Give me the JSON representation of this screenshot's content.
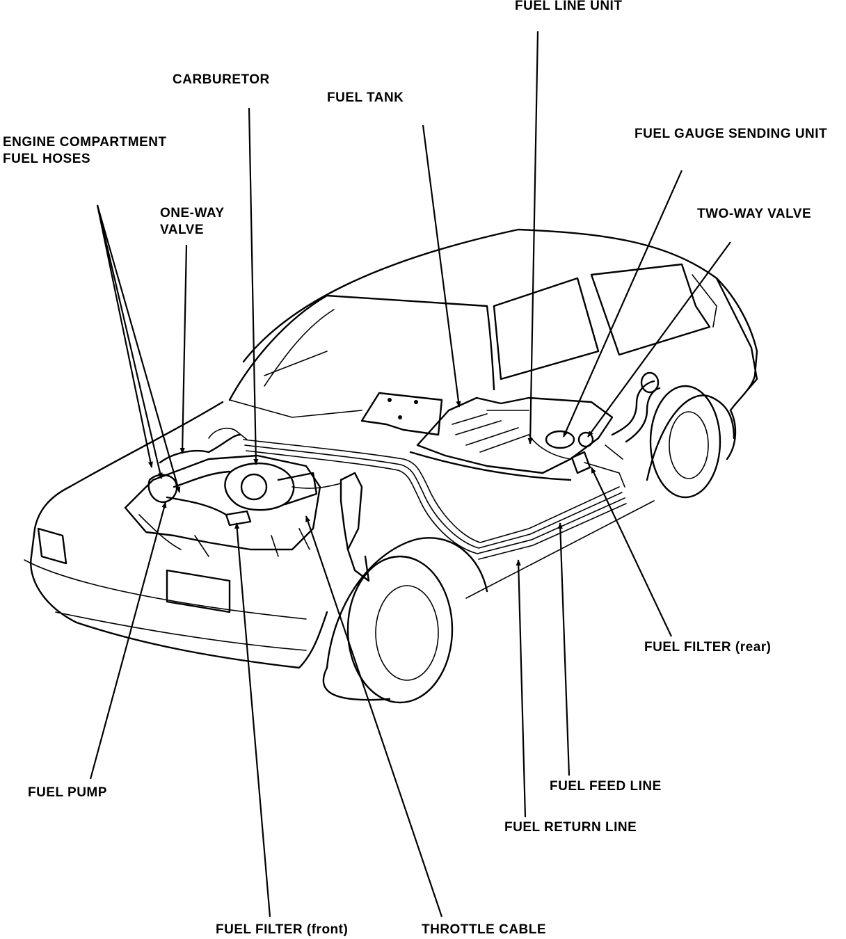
{
  "labels": {
    "fuel_line_unit": "FUEL LINE UNIT",
    "carburetor": "CARBURETOR",
    "fuel_tank": "FUEL TANK",
    "fuel_gauge_sending_unit": "FUEL GAUGE SENDING UNIT",
    "engine_compartment_line1": "ENGINE COMPARTMENT",
    "engine_compartment_line2": "FUEL HOSES",
    "one_way_line1": "ONE-WAY",
    "one_way_line2": "VALVE",
    "two_way_valve": "TWO-WAY VALVE",
    "fuel_filter_rear": "FUEL FILTER (rear)",
    "fuel_pump": "FUEL PUMP",
    "fuel_feed_line": "FUEL FEED LINE",
    "fuel_return_line": "FUEL RETURN LINE",
    "fuel_filter_front": "FUEL FILTER (front)",
    "throttle_cable": "THROTTLE CABLE"
  },
  "colors": {
    "ink": "#000000",
    "paper": "#ffffff"
  }
}
